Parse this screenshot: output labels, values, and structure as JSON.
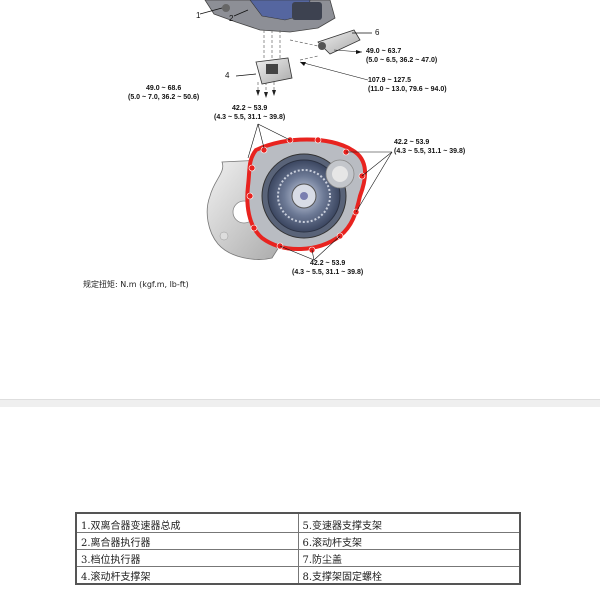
{
  "figure": {
    "callouts": [
      "1",
      "2",
      "4",
      "6"
    ],
    "torque_specs": [
      {
        "line1": "49.0 ~ 63.7",
        "line2": "(5.0 ~ 6.5, 36.2 ~ 47.0)"
      },
      {
        "line1": "49.0 ~ 68.6",
        "line2": "(5.0 ~ 7.0, 36.2 ~ 50.6)"
      },
      {
        "line1": "107.9 ~ 127.5",
        "line2": "(11.0 ~ 13.0, 79.6 ~ 94.0)"
      },
      {
        "line1": "42.2 ~ 53.9",
        "line2": "(4.3 ~ 5.5, 31.1 ~ 39.8)"
      },
      {
        "line1": "42.2 ~ 53.9",
        "line2": "(4.3 ~ 5.5, 31.1 ~ 39.8)"
      },
      {
        "line1": "42.2 ~ 53.9",
        "line2": "(4.3 ~ 5.5, 31.1 ~ 39.8)"
      }
    ],
    "torque_note": "规定扭矩: N.m (kgf.m, lb-ft)",
    "accent_color": "#e8231f"
  },
  "parts_table": {
    "rows": [
      [
        "1.双离合器变速器总成",
        "5.变速器支撑支架"
      ],
      [
        "2.离合器执行器",
        "6.滚动杆支架"
      ],
      [
        "3.档位执行器",
        "7.防尘盖"
      ],
      [
        "4.滚动杆支撑架",
        "8.支撑架固定螺栓"
      ]
    ]
  }
}
